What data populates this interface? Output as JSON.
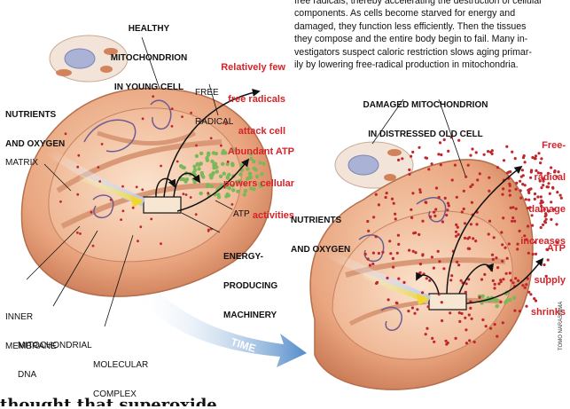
{
  "paragraph": {
    "lines": [
      "free radicals, thereby accelerating the destruction of cellular",
      "components. As cells become starved for energy and",
      "damaged, they function less efficiently. Then the tissues",
      "they compose and the entire body begin to fail. Many in-",
      "vestigators suspect caloric restriction slows aging primar-",
      "ily by lowering free-radical production in mitochondria."
    ]
  },
  "labels": {
    "healthy_title": [
      "HEALTHY",
      "MITOCHONDRION",
      "IN YOUNG CELL"
    ],
    "free_radical": [
      "FREE",
      "RADICAL"
    ],
    "few_radicals": [
      "Relatively few",
      "free radicals",
      "attack cell"
    ],
    "nutrients_left": [
      "NUTRIENTS",
      "AND OXYGEN"
    ],
    "abundant_atp": [
      "Abundant ATP",
      "powers cellular",
      "activities"
    ],
    "matrix": "MATRIX",
    "atp": "ATP",
    "energy": [
      "ENERGY-",
      "PRODUCING",
      "MACHINERY"
    ],
    "inner_membrane": [
      "INNER",
      "MEMBRANE"
    ],
    "mito_dna": [
      "MITOCHONDRIAL",
      "DNA"
    ],
    "molecular_complex": [
      "MOLECULAR",
      "COMPLEX"
    ],
    "time": "TIME",
    "damaged_title": [
      "DAMAGED MITOCHONDRION",
      "IN DISTRESSED OLD CELL"
    ],
    "nutrients_right": [
      "NUTRIENTS",
      "AND OXYGEN"
    ],
    "damage_increases": [
      "Free-",
      "radical",
      "damage",
      "increases"
    ],
    "atp_shrinks": [
      "ATP",
      "supply",
      "shrinks"
    ],
    "credit": "TOMO NARASHIMA",
    "cut_text": "thought that superoxide radicals"
  },
  "colors": {
    "membrane_outer": "#e7a27a",
    "membrane_inner": "#f3c9a6",
    "matrix": "#f0b896",
    "highlight_red": "#d6232a",
    "atp_green": "#7ab85a",
    "radical_red": "#c0262c",
    "arrow_yellow": "#f5e04a",
    "time_arrow": "#4d86c6"
  }
}
